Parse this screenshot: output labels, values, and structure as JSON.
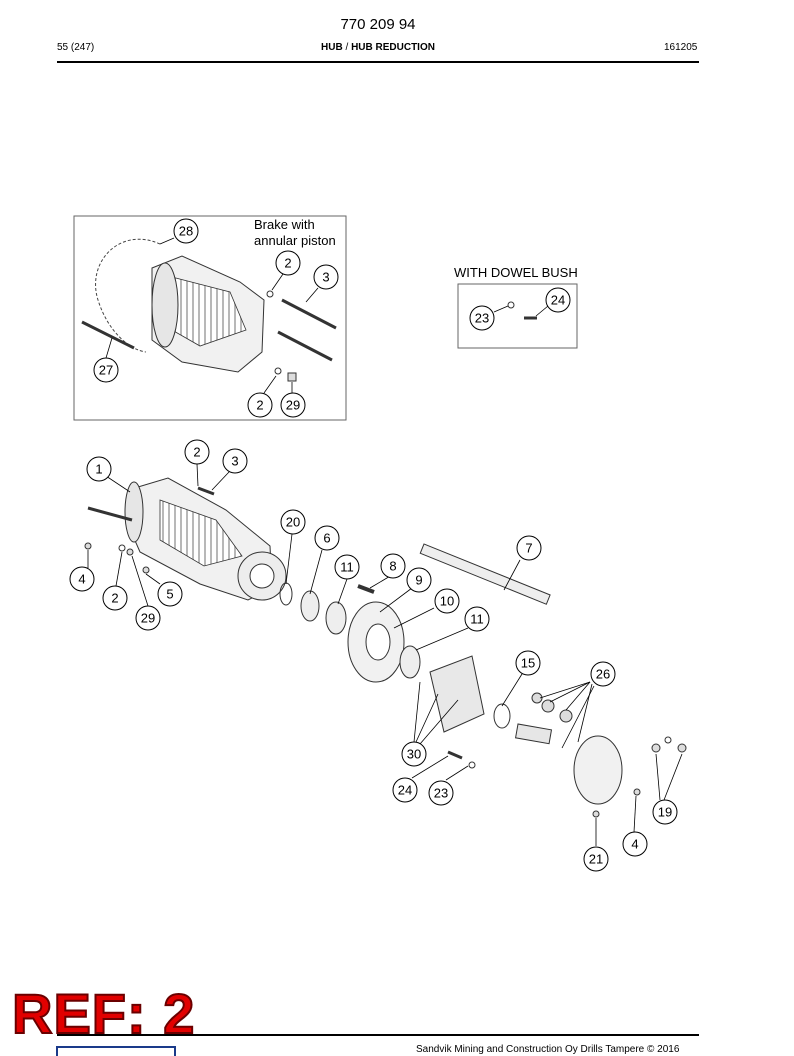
{
  "header": {
    "doc_number": "770 209 94",
    "page_count": "55 (247)",
    "section_title_a": "HUB",
    "section_sep": "/",
    "section_title_b": "HUB REDUCTION",
    "date": "161205"
  },
  "inset_brake": {
    "note_line1": "Brake with",
    "note_line2": "annular piston",
    "callouts": [
      "28",
      "2",
      "3",
      "27",
      "2",
      "29"
    ]
  },
  "inset_dowel": {
    "title": "WITH DOWEL BUSH",
    "callouts": [
      "24",
      "23"
    ]
  },
  "main_callouts": [
    "1",
    "2",
    "3",
    "20",
    "6",
    "8",
    "11",
    "9",
    "7",
    "10",
    "11",
    "4",
    "2",
    "5",
    "29",
    "15",
    "26",
    "30",
    "24",
    "23",
    "19",
    "4",
    "21"
  ],
  "footer": {
    "copyright": "Sandvik Mining and Construction Oy Drills Tampere © 2016",
    "ref_stamp": "REF: 2"
  },
  "colors": {
    "stamp": "#e10000",
    "stamp_outline": "#6a0000",
    "logo": "#1a3a8a"
  }
}
